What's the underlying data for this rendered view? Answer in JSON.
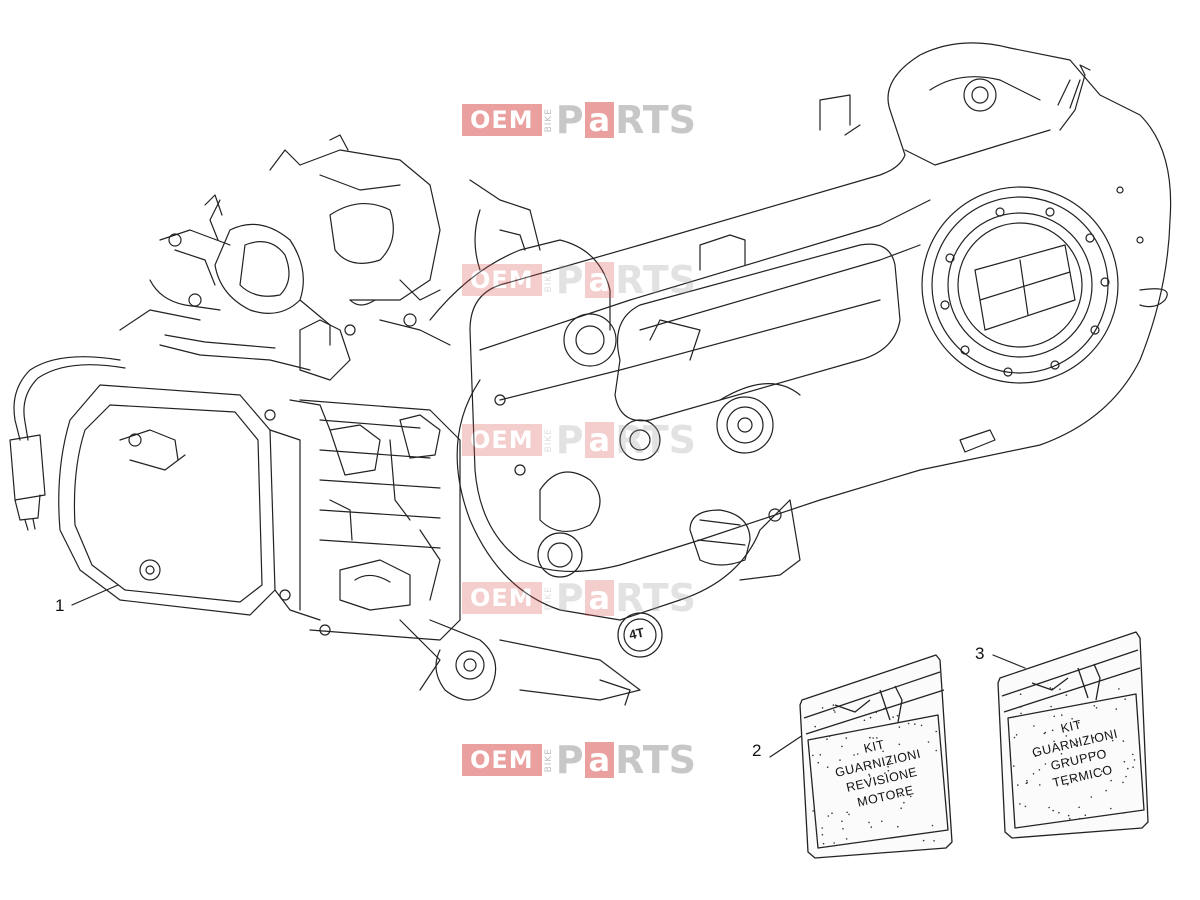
{
  "watermark": {
    "oem": "OEM",
    "bike": "BIKE",
    "p": "P",
    "a": "a",
    "rts": "RTS"
  },
  "callouts": [
    {
      "number": "1",
      "part": "engine-assembly"
    },
    {
      "number": "2",
      "part": "engine-overhaul-gasket-kit"
    },
    {
      "number": "3",
      "part": "cylinder-group-gasket-kit"
    }
  ],
  "kits": [
    {
      "lines": [
        "KIT",
        "GUARNIZIONI",
        "REVISIONE",
        "MOTORE"
      ]
    },
    {
      "lines": [
        "KIT",
        "GUARNIZIONI",
        "GRUPPO",
        "TERMICO"
      ]
    }
  ],
  "engine_badge": "4T",
  "colors": {
    "line": "#222222",
    "watermark_red": "#d9534f",
    "watermark_grey": "#9a9a9a"
  }
}
